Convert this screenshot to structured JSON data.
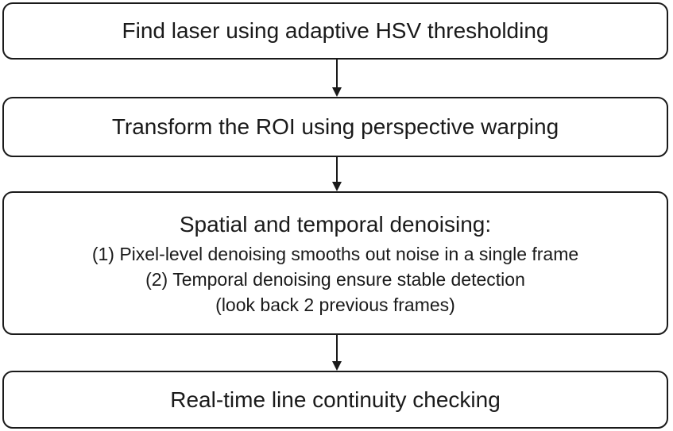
{
  "steps": [
    {
      "title": "Find laser using adaptive HSV thresholding"
    },
    {
      "title": "Transform the ROI using perspective warping"
    },
    {
      "title": "Spatial and temporal denoising:",
      "lines": [
        "(1) Pixel-level denoising smooths out noise in a single frame",
        "(2) Temporal denoising ensure stable detection",
        "(look back 2 previous frames)"
      ]
    },
    {
      "title": "Real-time line continuity checking"
    }
  ],
  "colors": {
    "stroke": "#1a1a1a",
    "background": "#ffffff"
  }
}
